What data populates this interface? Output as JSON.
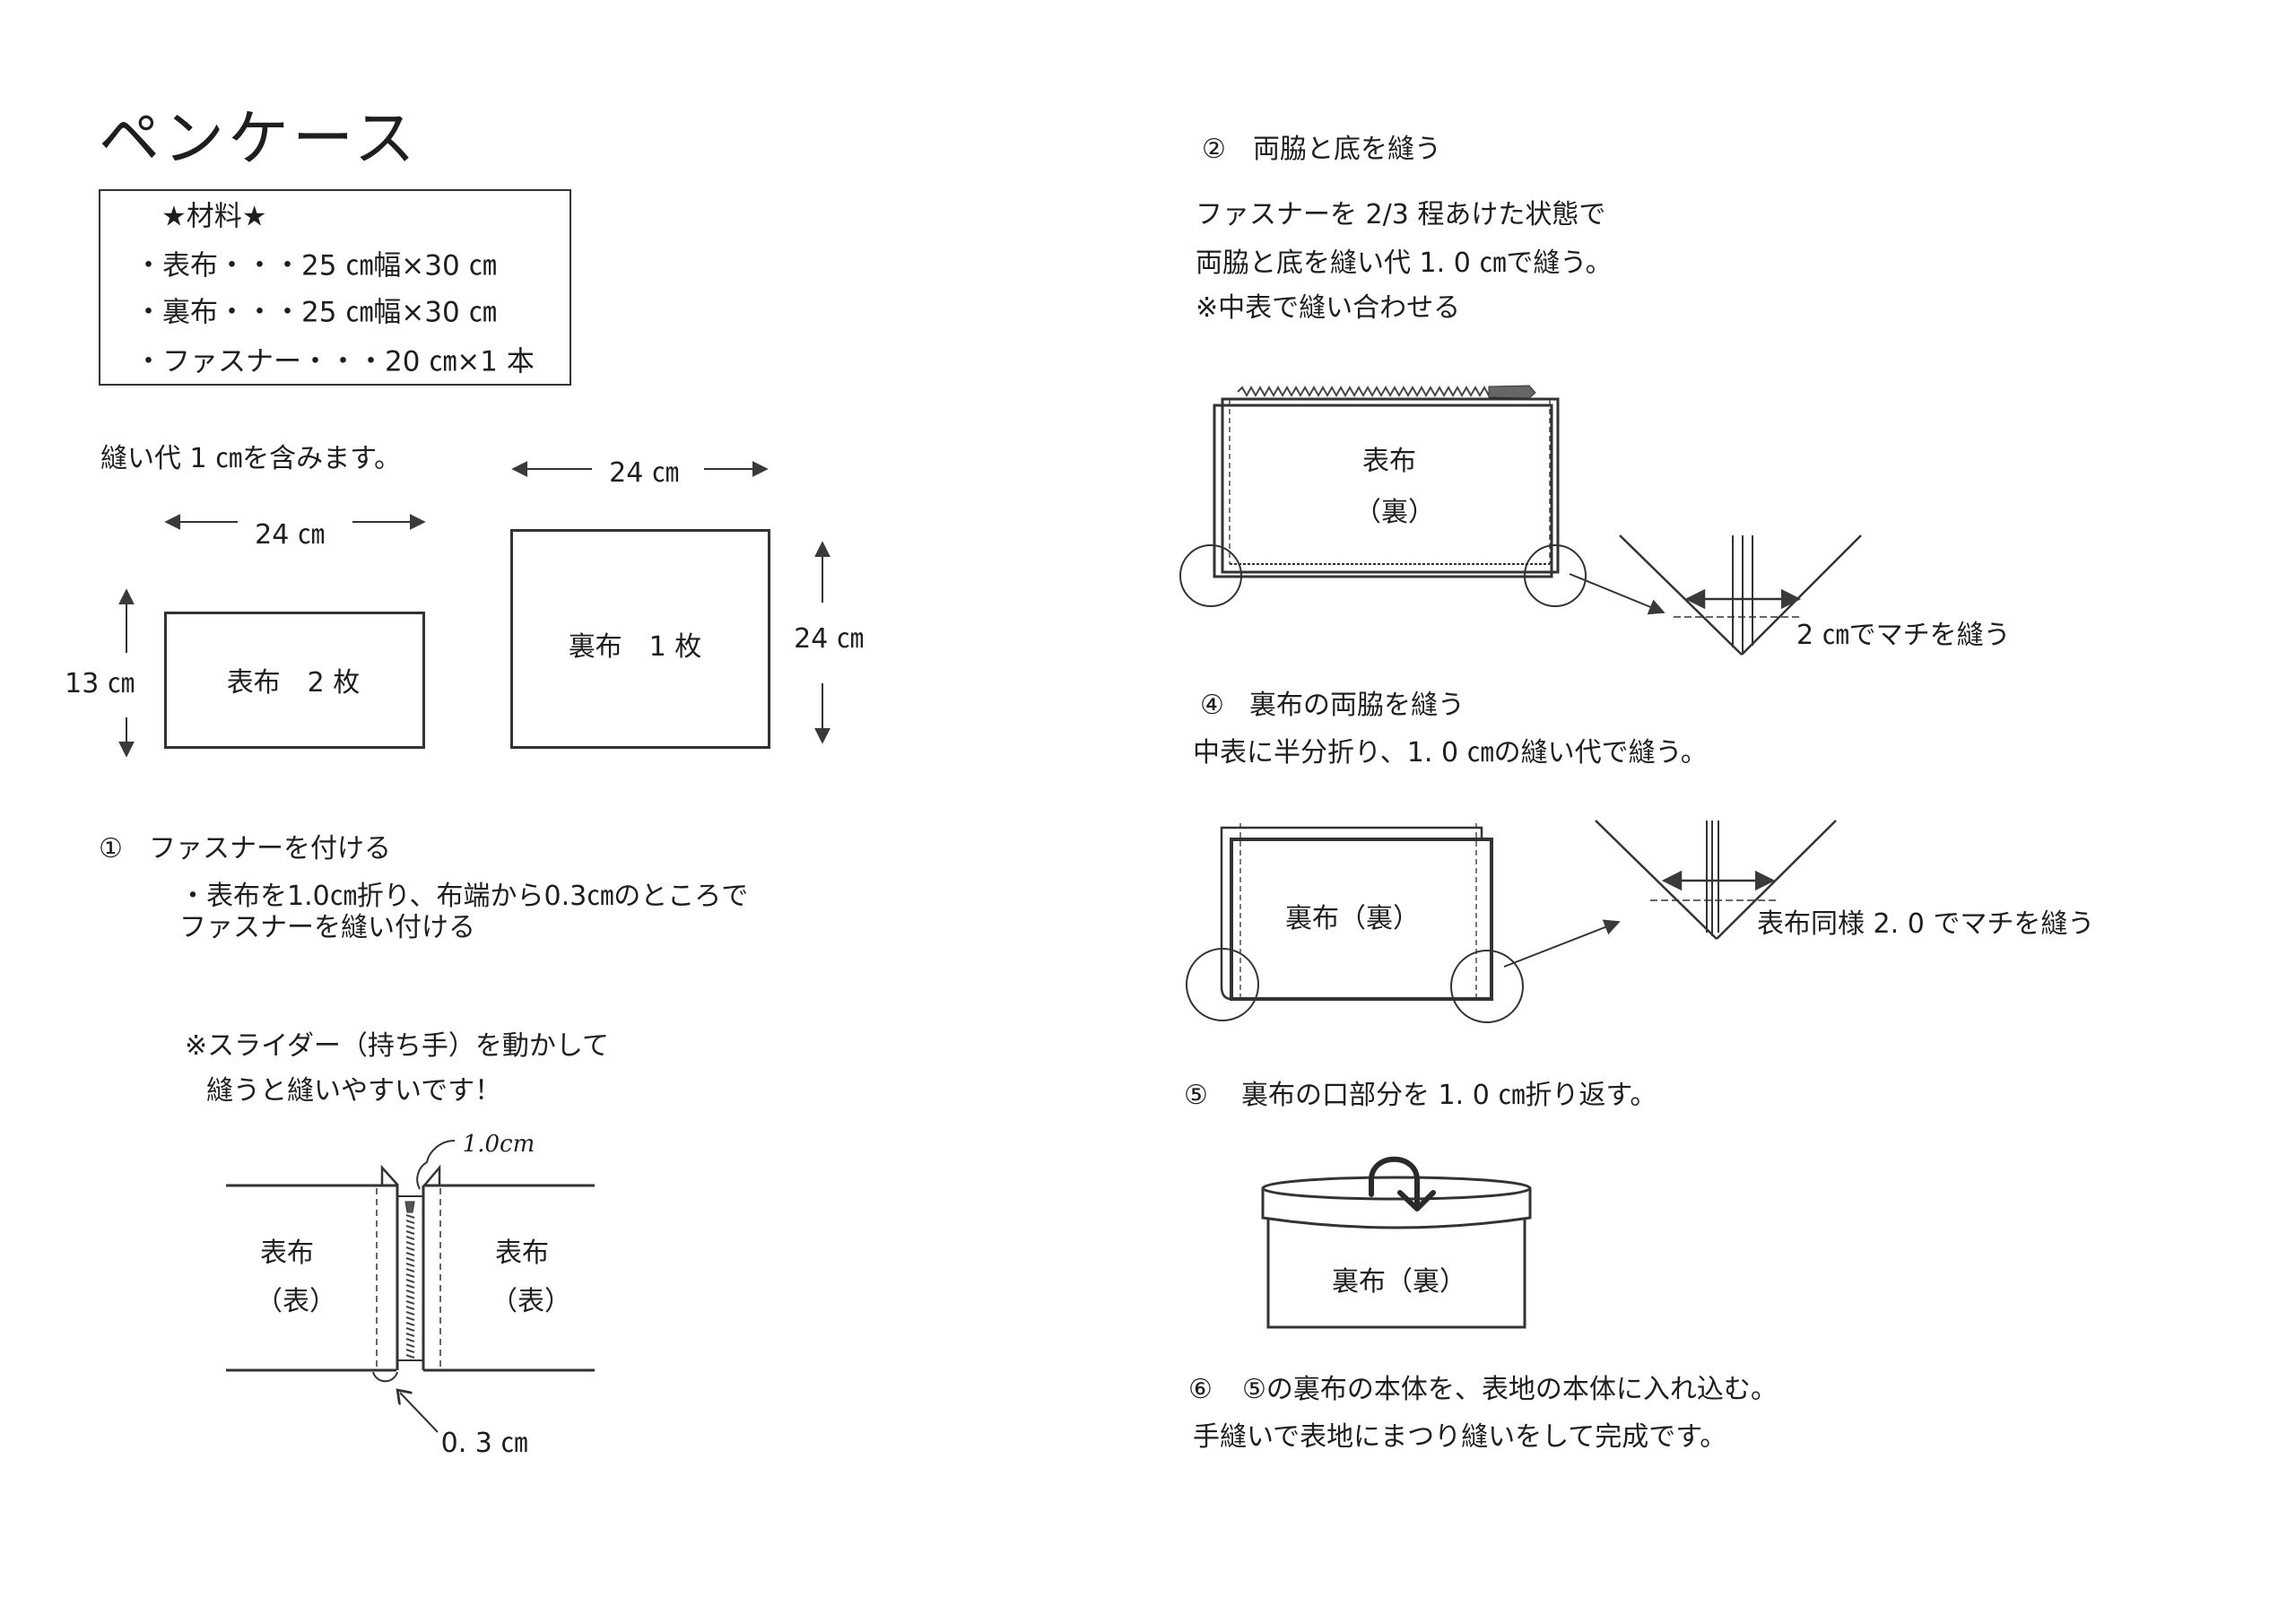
{
  "document": {
    "title": "ペンケース",
    "materials": {
      "heading": "★材料★",
      "items": [
        "・表布・・・25 ㎝幅×30 ㎝",
        "・裏布・・・25 ㎝幅×30 ㎝",
        "・ファスナー・・・20 ㎝×1 本"
      ]
    },
    "seam_note": "縫い代 1 ㎝を含みます。",
    "cutting_diagram": {
      "outer_fabric": {
        "label": "表布　2 枚",
        "width_label": "24 ㎝",
        "height_label": "13 ㎝",
        "width_cm": 24,
        "height_cm": 13,
        "count": 2
      },
      "lining_fabric": {
        "label": "裏布　1 枚",
        "width_label": "24 ㎝",
        "height_label": "24 ㎝",
        "width_cm": 24,
        "height_cm": 24,
        "count": 1
      }
    },
    "steps": {
      "step1": {
        "number": "①",
        "heading": "ファスナーを付ける",
        "lines": [
          "・表布を1.0㎝折り、布端から0.3㎝のところで",
          "ファスナーを縫い付ける"
        ],
        "tip_lines": [
          "※スライダー（持ち手）を動かして",
          "縫うと縫いやすいです！"
        ],
        "diagram": {
          "left_label": "表布",
          "left_sublabel": "（表）",
          "right_label": "表布",
          "right_sublabel": "（表）",
          "fold_annotation": "1.0cm",
          "stitch_annotation": "0. 3 ㎝"
        }
      },
      "step2": {
        "number": "②",
        "heading": "両脇と底を縫う",
        "lines": [
          "ファスナーを 2/3 程あけた状態で",
          "両脇と底を縫い代 1. 0 ㎝で縫う。",
          "※中表で縫い合わせる"
        ],
        "diagram": {
          "bag_label": "表布",
          "bag_sublabel": "（裏）",
          "gusset_note": "2 ㎝でマチを縫う"
        }
      },
      "step4": {
        "number": "④",
        "heading": "裏布の両脇を縫う",
        "lines": [
          "中表に半分折り、1. 0 ㎝の縫い代で縫う。"
        ],
        "diagram": {
          "bag_label": "裏布（裏）",
          "gusset_note": "表布同様 2. 0 でマチを縫う"
        }
      },
      "step5": {
        "number": "⑤",
        "heading": "裏布の口部分を 1. 0 ㎝折り返す。",
        "diagram": {
          "label": "裏布（裏）"
        }
      },
      "step6": {
        "number": "⑥",
        "lines": [
          "⑤の裏布の本体を、表地の本体に入れ込む。",
          "手縫いで表地にまつり縫いをして完成です。"
        ]
      }
    }
  },
  "colors": {
    "ink": "#1e1e1e",
    "paper": "#ffffff"
  }
}
